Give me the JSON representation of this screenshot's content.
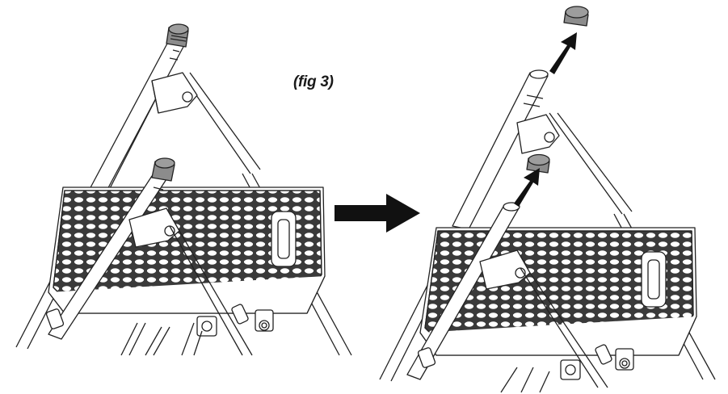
{
  "figure": {
    "caption": "(fig 3)",
    "stroke_color": "#222222",
    "fill_color": "#ffffff",
    "cap_fill": "#8c8c8c",
    "arrow_color": "#111111",
    "panels": [
      "before-cap-removal",
      "after-cap-removal"
    ]
  }
}
